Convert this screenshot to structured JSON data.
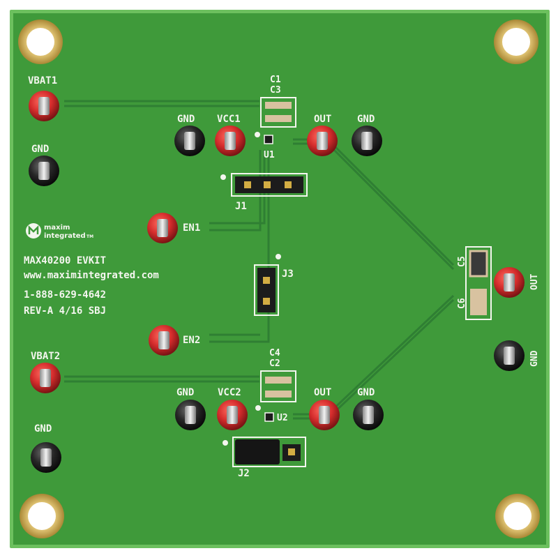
{
  "board": {
    "model": "MAX40200 EVKIT",
    "website": "www.maximintegrated.com",
    "phone": "1-888-629-4642",
    "revision": "REV-A  4/16  SBJ",
    "logo_line1": "maxim",
    "logo_line2": "integrated",
    "logo_tm": "TM"
  },
  "labels": {
    "vbat1": "VBAT1",
    "vbat2": "VBAT2",
    "gnd": "GND",
    "vcc1": "VCC1",
    "vcc2": "VCC2",
    "out": "OUT",
    "en1": "EN1",
    "en2": "EN2",
    "u1": "U1",
    "u2": "U2",
    "j1": "J1",
    "j2": "J2",
    "j3": "J3",
    "c1": "C1",
    "c2": "C2",
    "c3": "C3",
    "c4": "C4",
    "c5": "C5",
    "c6": "C6"
  },
  "colors": {
    "pcb_green": "#3f9a3a",
    "pcb_edge": "#6cc05e",
    "trace": "#2f7f33",
    "pad_gold": "#c8a650",
    "test_point_red": "#d42c2c",
    "test_point_black": "#262626",
    "silkscreen": "#f4f6ef"
  },
  "icons": {
    "logo": "maxim-logo-icon",
    "red_test_point": "red-test-point-icon",
    "black_test_point": "black-test-point-icon",
    "mounting_hole": "mounting-hole-icon"
  }
}
